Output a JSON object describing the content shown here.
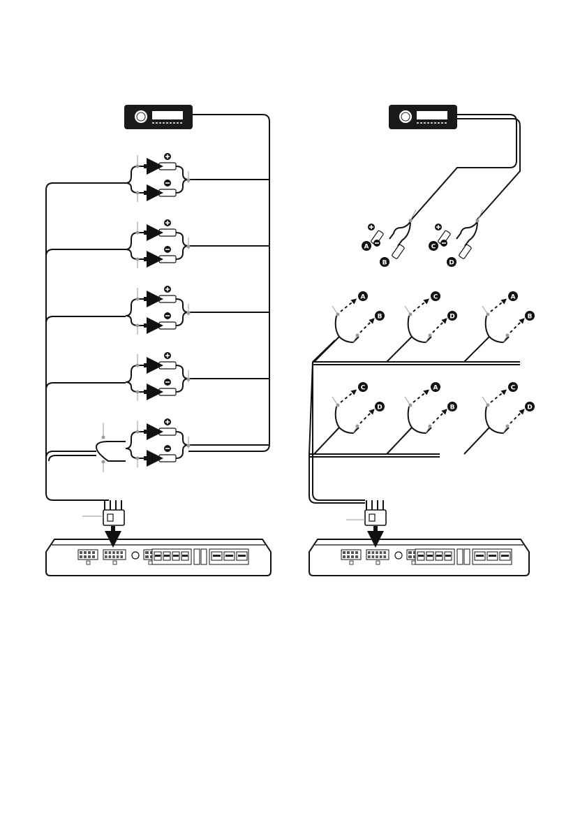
{
  "panels": {
    "left": {
      "stages": 5,
      "terminal_symbols": [
        "⊕",
        "⊖"
      ]
    },
    "right": {
      "top_groups": [
        {
          "plus_letter": "A",
          "minus_letter": "B"
        },
        {
          "plus_letter": "C",
          "minus_letter": "D"
        }
      ],
      "row1": [
        {
          "top": "A",
          "bottom": "B"
        },
        {
          "top": "C",
          "bottom": "D"
        },
        {
          "top": "A",
          "bottom": "B"
        }
      ],
      "row2": [
        {
          "top": "C",
          "bottom": "D"
        },
        {
          "top": "A",
          "bottom": "B"
        },
        {
          "top": "C",
          "bottom": "D"
        }
      ]
    }
  }
}
